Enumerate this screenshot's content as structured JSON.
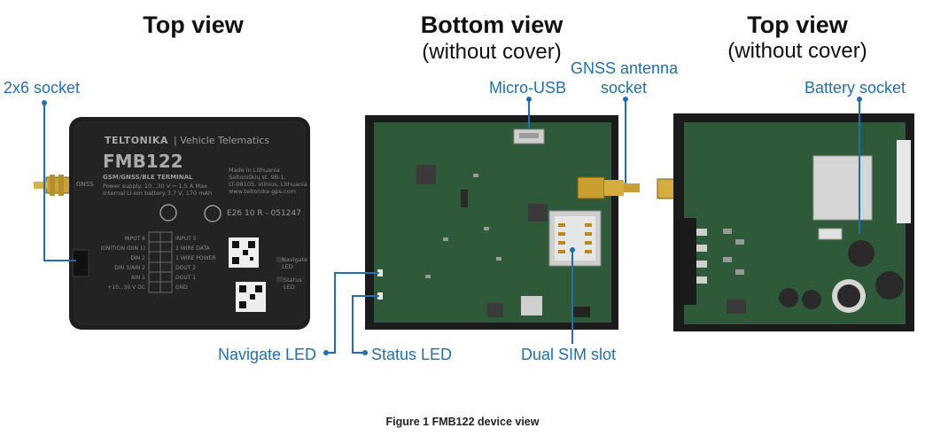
{
  "views": [
    {
      "title": "Top view",
      "subtitle": ""
    },
    {
      "title": "Bottom view",
      "subtitle": "(without cover)"
    },
    {
      "title": "Top view",
      "subtitle": "(without cover)"
    }
  ],
  "callouts": {
    "socket_2x6": "2x6 socket",
    "micro_usb": "Micro-USB",
    "gnss_line1": "GNSS antenna",
    "gnss_line2": "socket",
    "battery_socket": "Battery socket",
    "navigate_led": "Navigate LED",
    "status_led": "Status LED",
    "dual_sim": "Dual SIM slot"
  },
  "device": {
    "brand": "TELTONIKA",
    "tagline": "| Vehicle Telematics",
    "model": "FMB122",
    "terminal": "GSM/GNSS/BLE TERMINAL",
    "power_line1": "Power supply: 10...30 V ⎓ 1.5 A Max",
    "power_line2": "Internal Li-Ion battery 3.7 V, 170 mAh",
    "made_in": "Made in Lithuania",
    "address1": "Saltoniškių st. 9B-1,",
    "address2": "LT-08105, Vilnius, Lithuania",
    "website": "www.teltonika-gps.com",
    "cert": "E26 10 R - 051247",
    "gnss_label": "GNSS",
    "nav_led_label": "Navigate LED",
    "status_led_label": "Status LED",
    "pins_left": [
      "INPUT 6",
      "IGNITION (DIN 1)",
      "DIN 2",
      "DIN 3/AIN 2",
      "AIN 1",
      "+10...30 V DC"
    ],
    "pins_right": [
      "INPUT 5",
      "1 WIRE DATA",
      "1 WIRE POWER",
      "DOUT 2",
      "DOUT 1",
      "GND"
    ]
  },
  "caption": "Figure 1 FMB122 device view",
  "colors": {
    "callout": "#1f6fb2",
    "pcb": "#2f5a3a",
    "housing": "#1c1c1c"
  }
}
